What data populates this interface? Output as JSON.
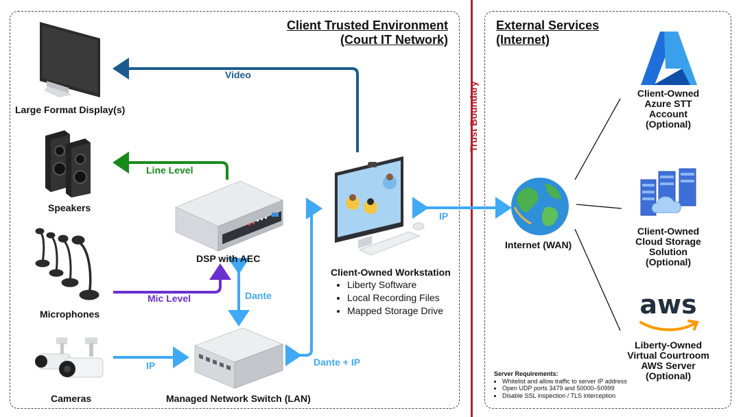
{
  "zones": {
    "client": {
      "title_line1": "Client Trusted Environment",
      "title_line2": "(Court IT Network)"
    },
    "external": {
      "title_line1": "External Services",
      "title_line2": "(Internet)"
    },
    "trust_boundary": "Trust Boundary"
  },
  "devices": {
    "display": "Large Format Display(s)",
    "speakers": "Speakers",
    "microphones": "Microphones",
    "cameras": "Cameras",
    "dsp": "DSP with AEC",
    "switch": "Managed Network Switch (LAN)",
    "workstation": "Client-Owned Workstation",
    "workstation_features": [
      "Liberty Software",
      "Local Recording Files",
      "Mapped Storage Drive"
    ],
    "internet": "Internet (WAN)"
  },
  "flows": {
    "video": "Video",
    "line_level": "Line Level",
    "mic_level": "Mic Level",
    "dante": "Dante",
    "ip_cameras": "IP",
    "dante_ip": "Dante + IP",
    "ip_internet": "IP"
  },
  "external_services": {
    "azure": [
      "Client-Owned",
      "Azure STT",
      "Account",
      "(Optional)"
    ],
    "cloud": [
      "Client-Owned",
      "Cloud Storage",
      "Solution",
      "(Optional)"
    ],
    "aws": [
      "Liberty-Owned",
      "Virtual Courtroom",
      "AWS Server",
      "(Optional)"
    ],
    "aws_logo_text": "aws"
  },
  "server_requirements": {
    "title": "Server Requirements:",
    "items": [
      "Whitelist and allow traffic to server IP address",
      "Open UDP ports 3479 and 50000–50999",
      "Disable SSL inspection / TLS interception"
    ]
  },
  "colors": {
    "video": "#1a5c8e",
    "line_level": "#178a1a",
    "mic_level": "#6a2fcf",
    "network": "#3fa9f5",
    "trust_boundary": "#b3202a"
  }
}
